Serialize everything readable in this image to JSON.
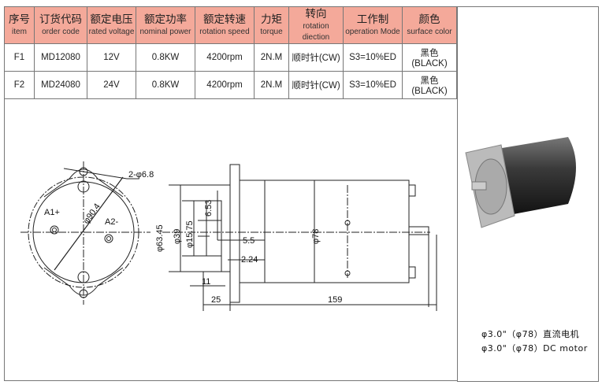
{
  "table": {
    "headers": [
      {
        "cn": "序号",
        "en": "item"
      },
      {
        "cn": "订货代码",
        "en": "order code"
      },
      {
        "cn": "额定电压",
        "en": "rated voltage"
      },
      {
        "cn": "额定功率",
        "en": "nominal power"
      },
      {
        "cn": "额定转速",
        "en": "rotation speed"
      },
      {
        "cn": "力矩",
        "en": "torque"
      },
      {
        "cn": "转向",
        "en": "rotation diection"
      },
      {
        "cn": "工作制",
        "en": "operation Mode"
      },
      {
        "cn": "颜色",
        "en": "surface color"
      }
    ],
    "rows": [
      [
        "F1",
        "MD12080",
        "12V",
        "0.8KW",
        "4200rpm",
        "2N.M",
        "顺时针(CW)",
        "S3=10%ED",
        "黑色(BLACK)"
      ],
      [
        "F2",
        "MD24080",
        "24V",
        "0.8KW",
        "4200rpm",
        "2N.M",
        "顺时针(CW)",
        "S3=10%ED",
        "黑色(BLACK)"
      ]
    ]
  },
  "drawing": {
    "holes": "2-φ6.8",
    "dia_flange": "φ90.4",
    "a1": "A1+",
    "a2": "A2-",
    "d1": "φ63.45",
    "d2": "φ39",
    "d3": "φ15.75",
    "d4": "6.53",
    "d5": "5.5",
    "d6": "2.24",
    "d7": "11",
    "d8": "25",
    "d9": "159",
    "d10": "φ78"
  },
  "caption": {
    "line1": "φ3.0\"（φ78）直流电机",
    "line2": "φ3.0\"（φ78）DC motor"
  },
  "colors": {
    "header": "#f4a99a"
  }
}
